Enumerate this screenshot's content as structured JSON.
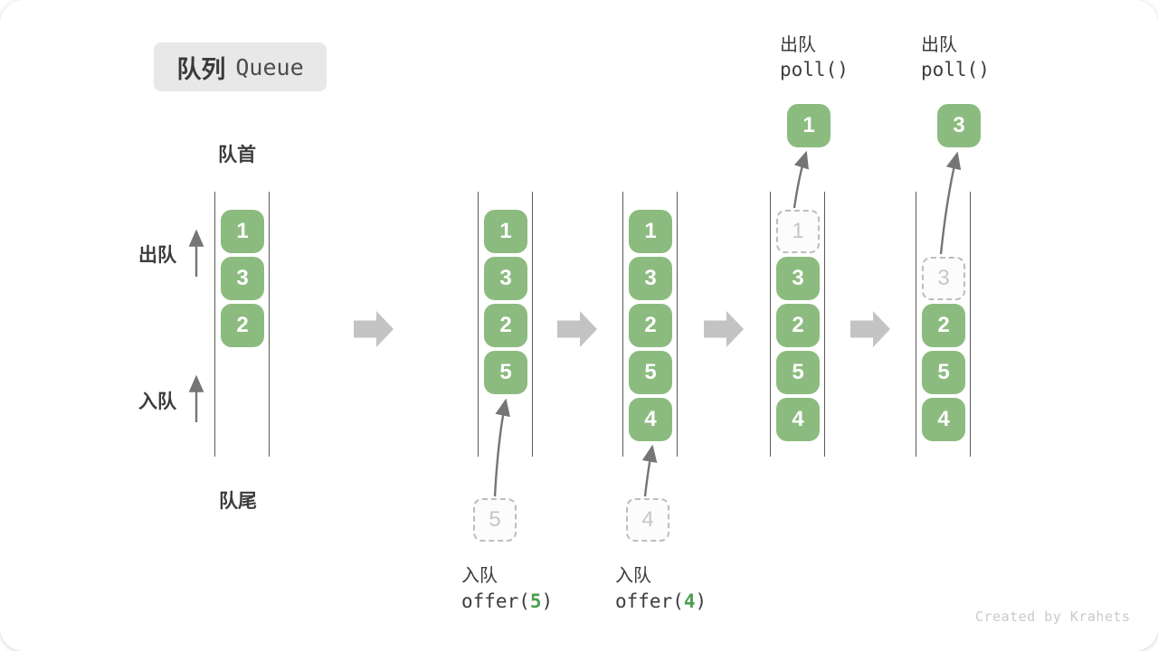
{
  "title": {
    "zh": "队列",
    "en": "Queue"
  },
  "side_labels": {
    "front": "队首",
    "rear": "队尾",
    "dequeue": "出队",
    "enqueue": "入队"
  },
  "states": [
    {
      "cells": [
        "1",
        "3",
        "2"
      ]
    },
    {
      "cells": [
        "1",
        "3",
        "2",
        "5"
      ],
      "incoming": "5"
    },
    {
      "cells": [
        "1",
        "3",
        "2",
        "5",
        "4"
      ],
      "incoming": "4"
    },
    {
      "cells": [
        "3",
        "2",
        "5",
        "4"
      ],
      "ghost": "1",
      "popped": "1"
    },
    {
      "cells": [
        "2",
        "5",
        "4"
      ],
      "ghost": "3",
      "popped": "3"
    }
  ],
  "operations": {
    "offer5": {
      "action": "入队",
      "code_before": "offer(",
      "arg": "5",
      "code_after": ")"
    },
    "offer4": {
      "action": "入队",
      "code_before": "offer(",
      "arg": "4",
      "code_after": ")"
    },
    "poll1": {
      "action": "出队",
      "code": "poll()"
    },
    "poll2": {
      "action": "出队",
      "code": "poll()"
    }
  },
  "watermark": "Created by Krahets",
  "colors": {
    "cell_green": "#8CBB7F",
    "code_green": "#4C9E4E",
    "block_arrow": "#C3C3C3",
    "thin_arrow": "#757575",
    "wall": "#5A5A5A",
    "dashed_border": "#BDBDBD"
  }
}
